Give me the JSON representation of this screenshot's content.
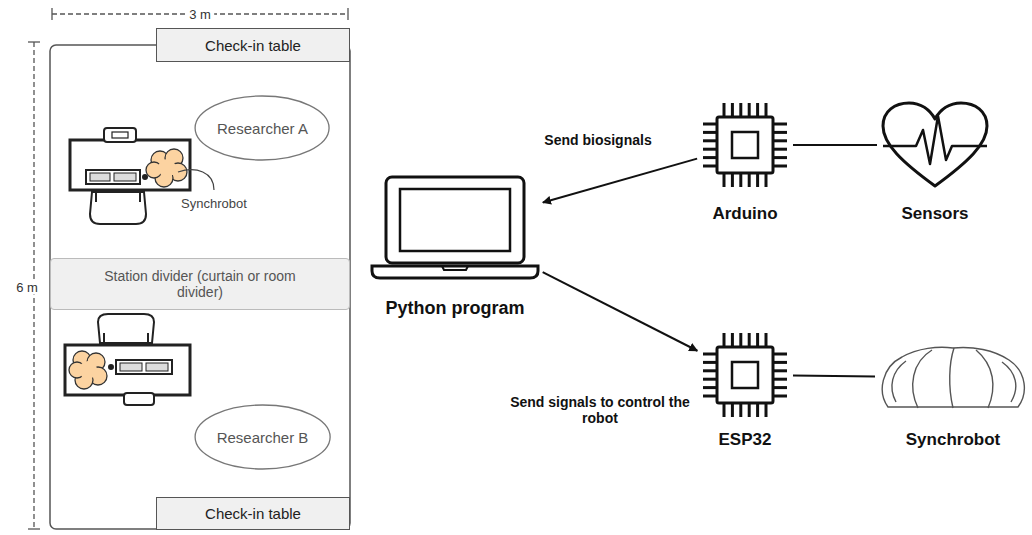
{
  "diagram": {
    "nodes": [
      {
        "text": [
          "Check-in table"
        ]
      },
      {
        "text": [
          "Researcher A"
        ]
      },
      {
        "text": [
          "Station divider (curtain or room divider)"
        ]
      },
      {
        "text": [
          "Researcher B"
        ]
      },
      {
        "text": [
          "Check-in table"
        ]
      },
      {
        "text": [
          "Python program"
        ]
      },
      {
        "text": [
          "Arduino"
        ]
      },
      {
        "text": [
          "Sensors"
        ]
      },
      {
        "text": [
          "ESP32"
        ]
      },
      {
        "text": [
          "Synchrobot"
        ]
      }
    ],
    "edges": [
      {
        "from": 6,
        "to": 5,
        "label": "Send biosignals",
        "arrow": "to"
      },
      {
        "from": 5,
        "to": 8,
        "label": "Send signals to control the robot",
        "arrow": "to"
      },
      {
        "from": 6,
        "to": 7,
        "arrow": "none"
      },
      {
        "from": 8,
        "to": 9,
        "arrow": "none"
      }
    ],
    "labels": [
      "3 m",
      "6 m",
      "Synchrobot"
    ]
  }
}
